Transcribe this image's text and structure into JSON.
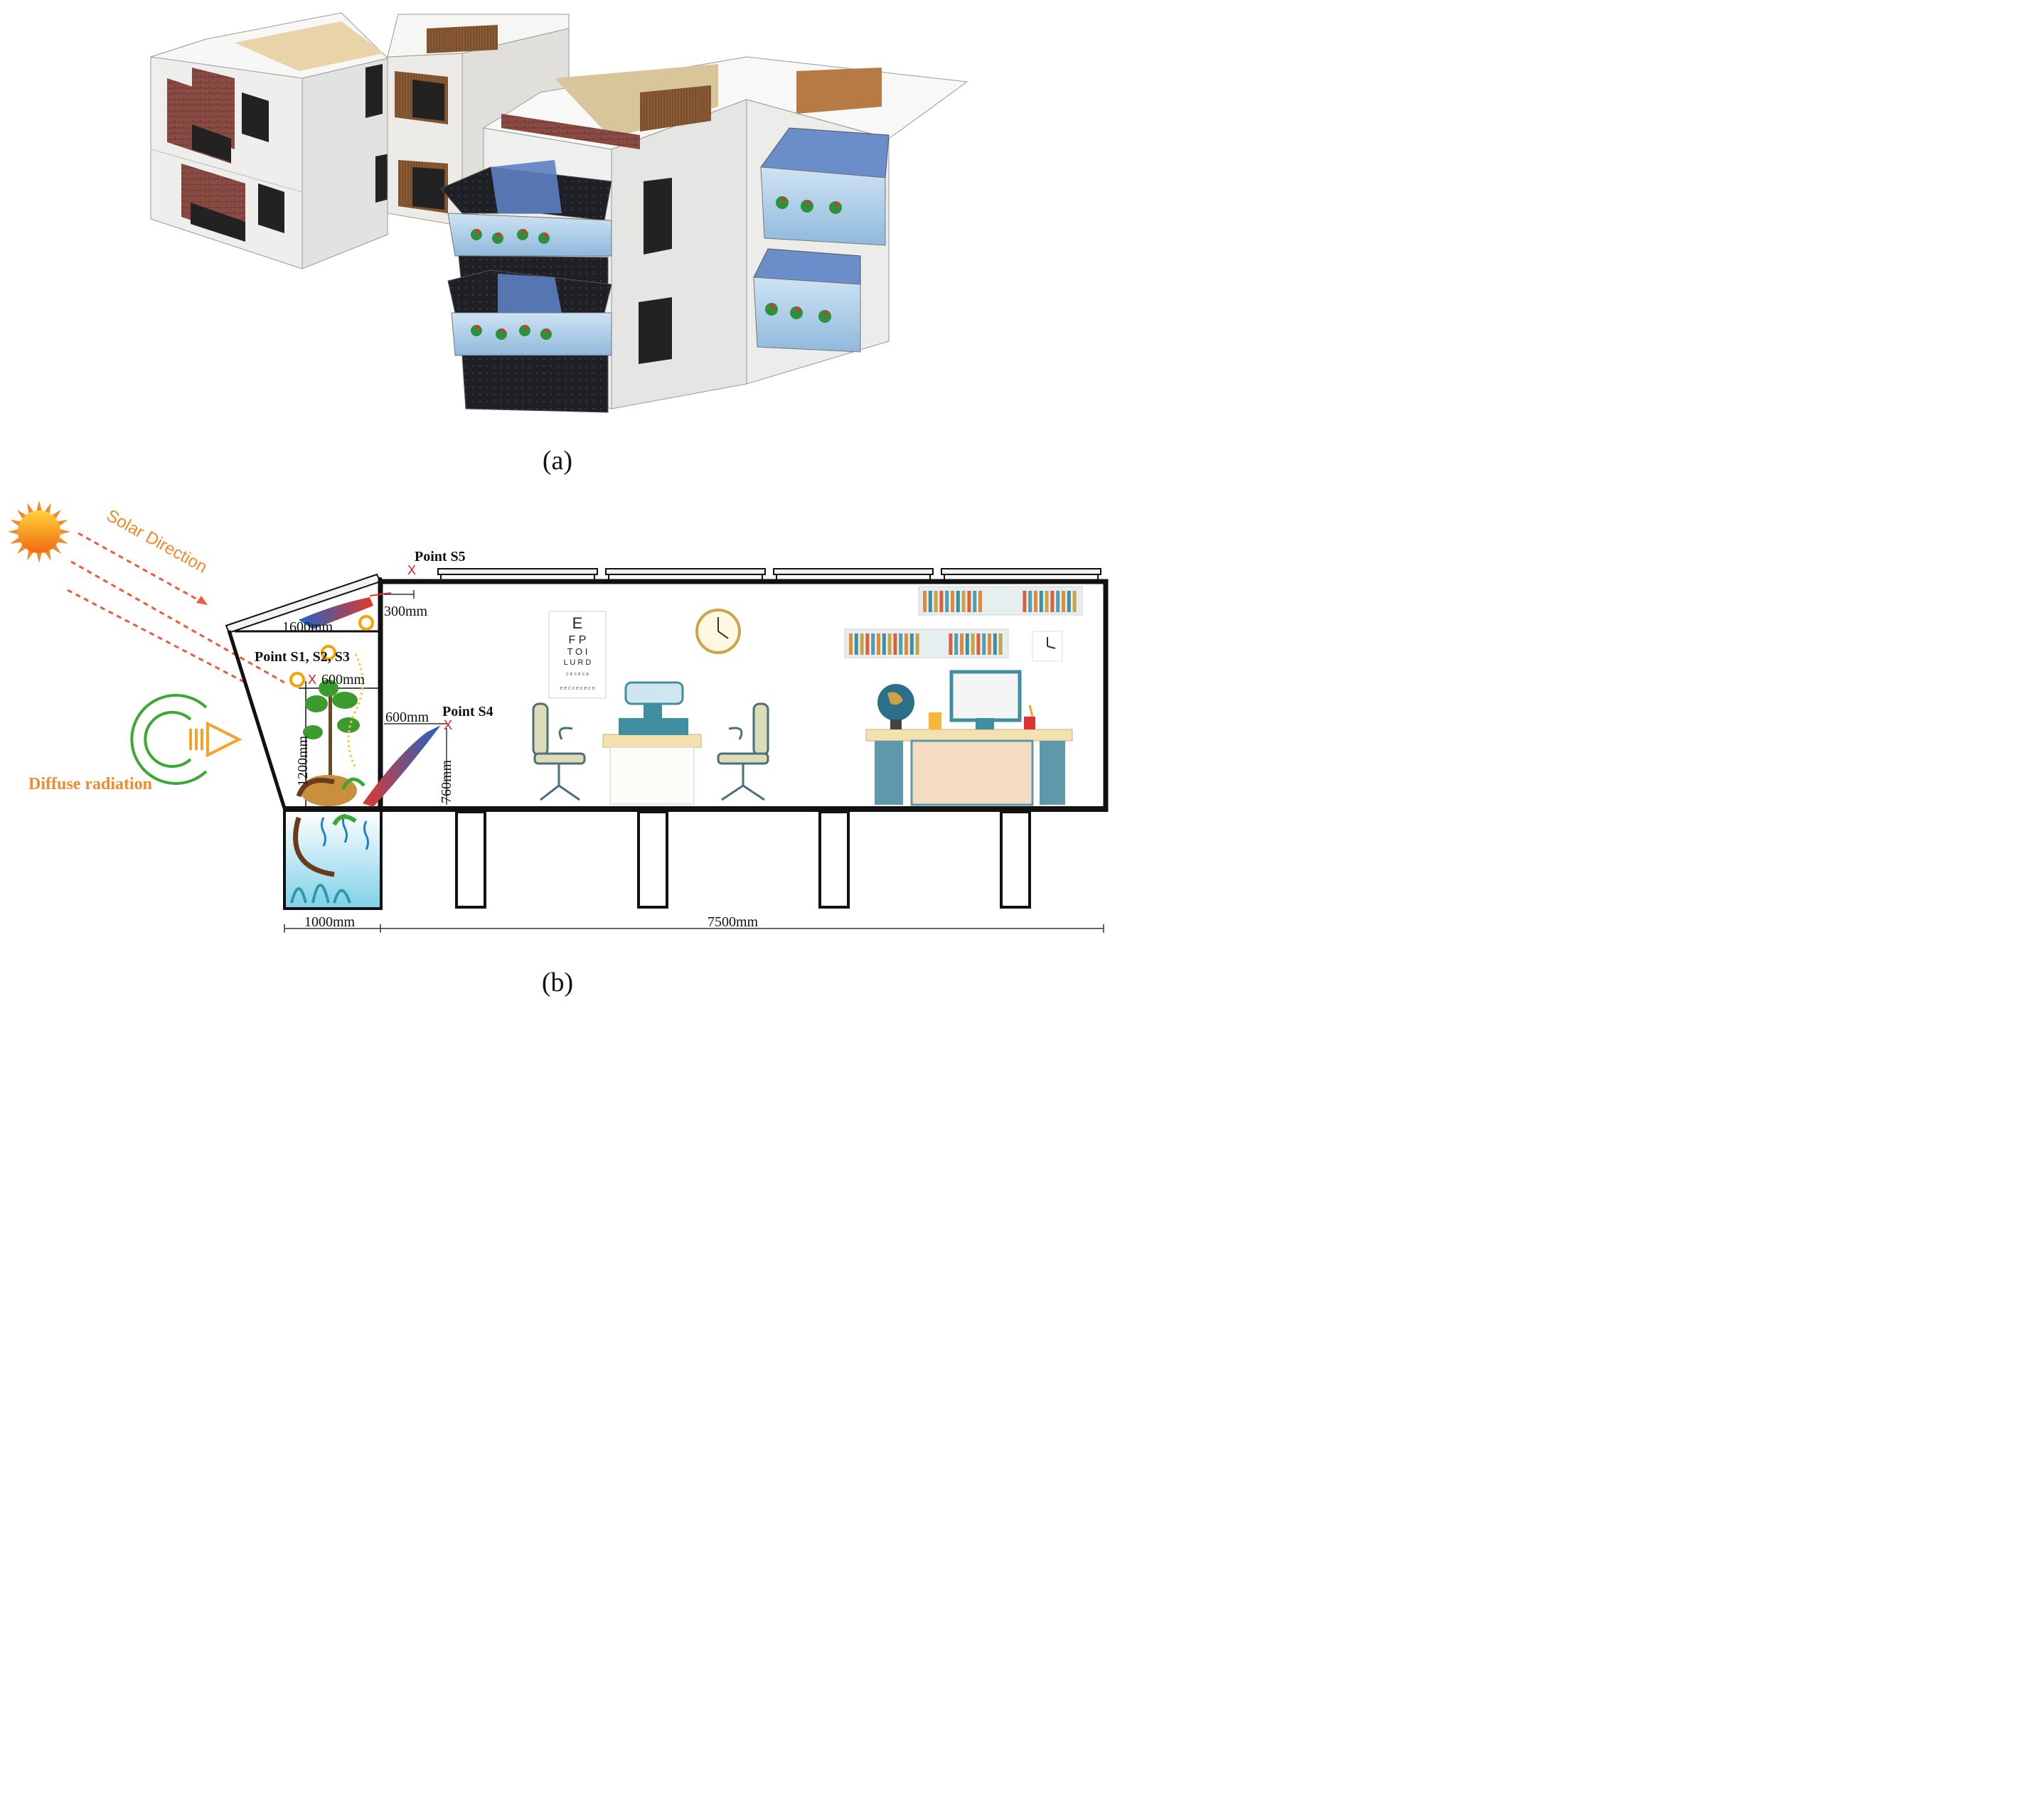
{
  "figure": {
    "panel_a": {
      "caption": "(a)"
    },
    "panel_b": {
      "caption": "(b)",
      "labels": {
        "solar_direction": "Solar Direction",
        "diffuse_radiation": "Diffuse radiation",
        "point_s1_s2_s3": "Point S1, S2, S3",
        "point_s4": "Point S4",
        "point_s5": "Point S5",
        "x_mark": "X"
      },
      "dimensions": {
        "d300": "300mm",
        "d1600": "1600mm",
        "d600_top": "600mm",
        "d600_side": "600mm",
        "d1200": "1200mm",
        "d760": "760mm",
        "d1000": "1000mm",
        "d7500": "7500mm"
      },
      "eye_chart": [
        "E",
        "F P",
        "T O I",
        "L U R D",
        "c e c e c a",
        "e e c c e c e c n"
      ]
    },
    "colors": {
      "solar_orange": "#f08a2a",
      "dash_red": "#ee5a3c",
      "diffuse_green": "#3aaa35",
      "frame_black": "#111111",
      "wall_white": "#f4f4f2",
      "glass_blue": "#9fc4e4",
      "pv_black": "#1c1c22",
      "teal_furniture": "#3f8fa1"
    }
  }
}
